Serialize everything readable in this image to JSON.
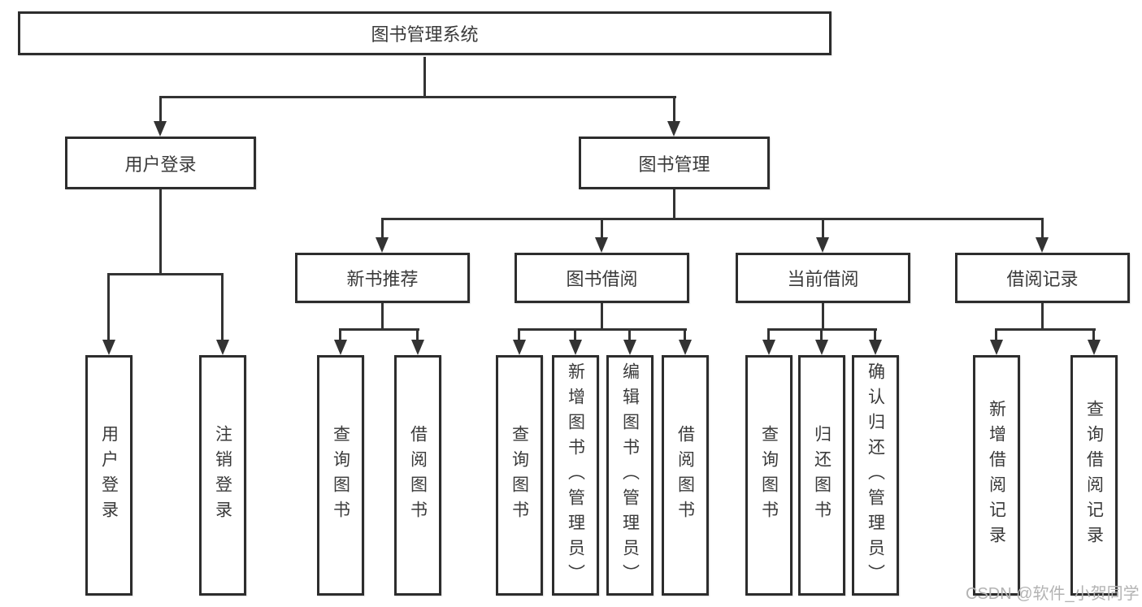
{
  "diagram": {
    "title": "图书管理系统",
    "level2": {
      "user_login": "用户登录",
      "book_mgmt": "图书管理"
    },
    "level3": {
      "new_book": "新书推荐",
      "book_borrow": "图书借阅",
      "current_borrow": "当前借阅",
      "borrow_record": "借阅记录"
    },
    "leaves": {
      "user_login": [
        "用户登录",
        "注销登录"
      ],
      "new_book": [
        "查询图书",
        "借阅图书"
      ],
      "book_borrow": [
        "查询图书",
        "新增图书（管理员）",
        "编辑图书（管理员）",
        "借阅图书"
      ],
      "current_borrow": [
        "查询图书",
        "归还图书",
        "确认归还（管理员）"
      ],
      "borrow_record": [
        "新增借阅记录",
        "查询借阅记录"
      ]
    },
    "watermark": "CSDN @软件_小贺同学",
    "colors": {
      "line": "#333333",
      "border": "#2d2d2d",
      "text": "#3a3a3a",
      "background": "#ffffff",
      "watermark": "#b3b3b3"
    }
  }
}
